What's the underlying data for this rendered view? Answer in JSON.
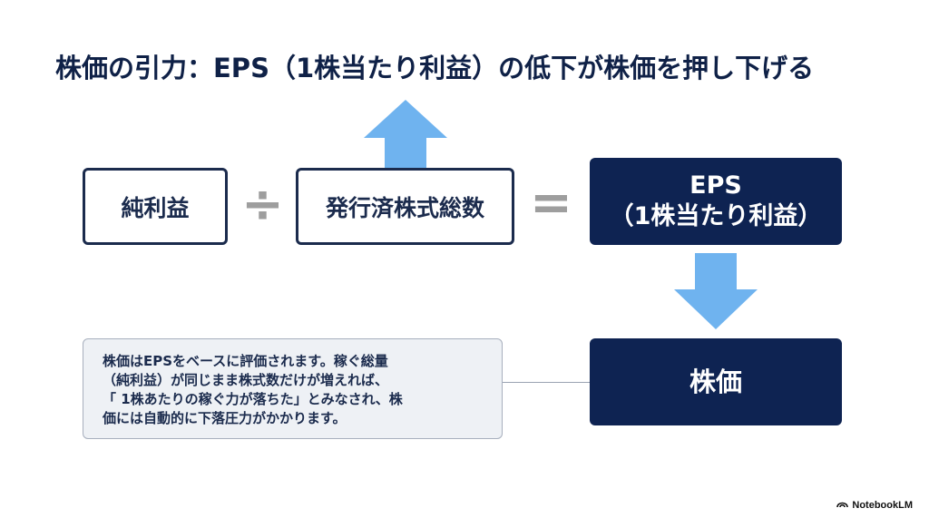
{
  "title": "株価の引力：EPS（1株当たり利益）の低下が株価を押し下げる",
  "formula": {
    "numerator": "純利益",
    "divide_symbol": "÷",
    "denominator": "発行済株式総数",
    "equals_symbol": "=",
    "result_line1": "EPS",
    "result_line2": "（1株当たり利益）"
  },
  "outcome": {
    "label": "株価"
  },
  "note": {
    "lines": [
      "株価はEPSをベースに評価されます。稼ぐ総量",
      "（純利益）が同じまま株式数だけが増えれば、",
      "「 1株あたりの稼ぐ力が落ちた」とみなされ、株",
      "価には自動的に下落圧力がかかります。"
    ]
  },
  "brand": {
    "name": "NotebookLM",
    "icon": "notebooklm-logo-icon"
  },
  "colors": {
    "dark_box": "#0e2352",
    "outline": "#1b2b4d",
    "arrow": "#6fb3ef",
    "operator": "#9e9e9e",
    "note_bg": "#eef1f5"
  }
}
